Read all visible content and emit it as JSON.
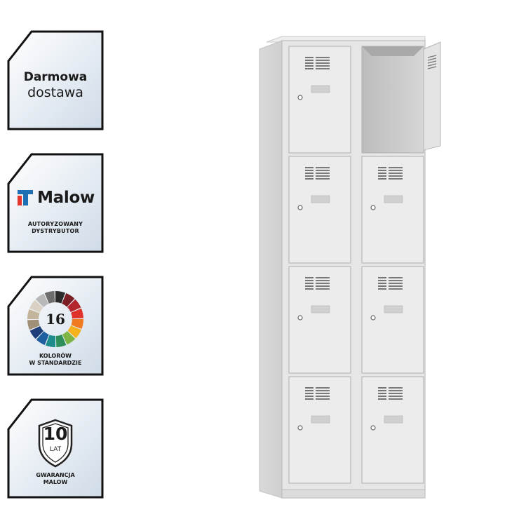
{
  "badges": {
    "delivery": {
      "line1": "Darmowa",
      "line2": "dostawa"
    },
    "malow": {
      "brand": "Malow",
      "line1": "AUTORYZOWANY",
      "line2": "DYSTRYBUTOR",
      "logo_color": "#1f6fb5",
      "logo_accent": "#e2352c"
    },
    "colors": {
      "count": "16",
      "line1": "KOLORÓW",
      "line2": "W STANDARDZIE",
      "palette": [
        "#2b2b2b",
        "#7a1d24",
        "#b3262e",
        "#e0322a",
        "#f07a22",
        "#f6b21c",
        "#7fb544",
        "#2f8f5b",
        "#1c8c8c",
        "#1f5fa0",
        "#1d3e78",
        "#a08f77",
        "#c2b59b",
        "#d9d2c4",
        "#b8b8b8",
        "#6e6e6e"
      ]
    },
    "warranty": {
      "years": "10",
      "unit": "LAT",
      "line1": "GWARANCJA",
      "line2": "MALOW"
    }
  },
  "product": {
    "name": "locker-cabinet",
    "columns": 2,
    "rows": 4,
    "open_compartment": "top-right",
    "body_color": "#e3e3e3"
  }
}
